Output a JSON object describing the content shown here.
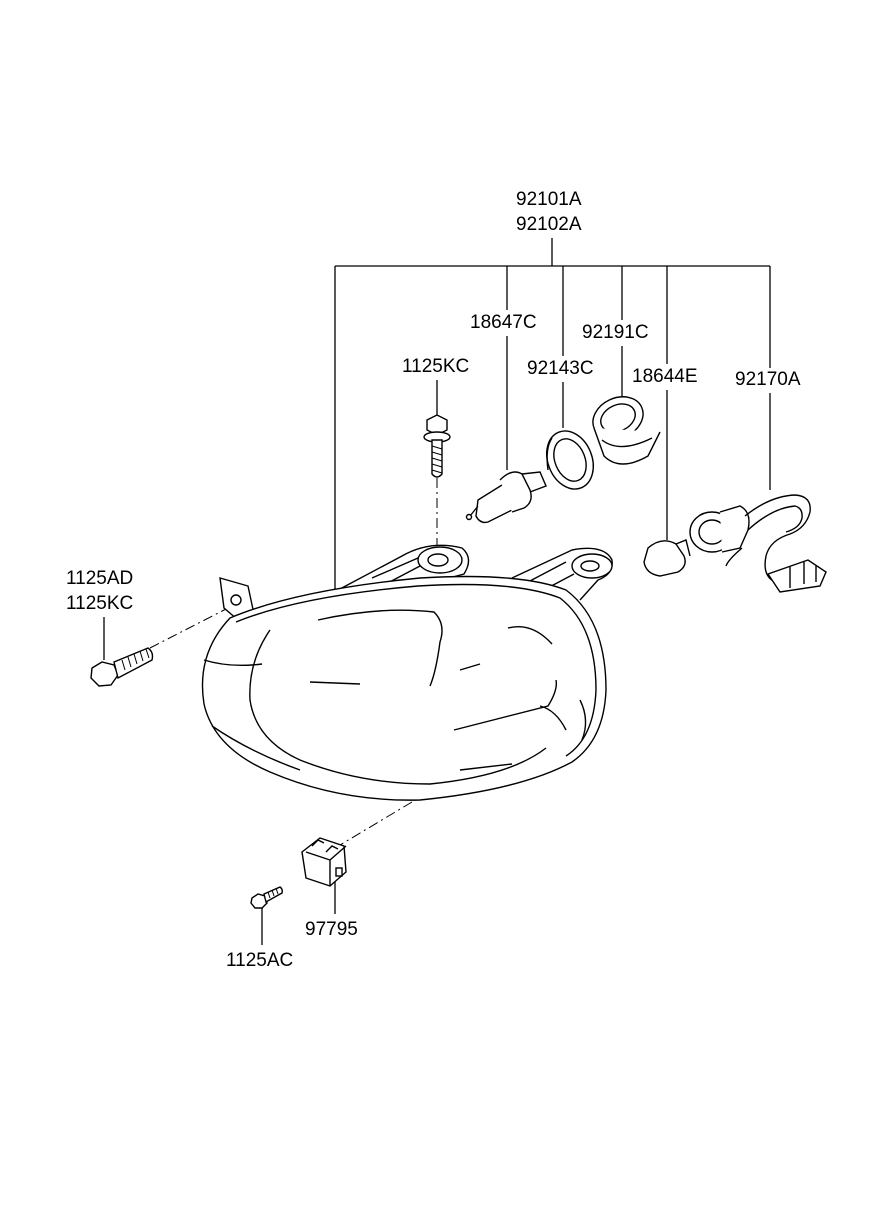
{
  "labels": {
    "assembly_left": "92101A",
    "assembly_right": "92102A",
    "bulb_holder": "18647C",
    "screw_top": "1125KC",
    "packing": "92143C",
    "cap": "92191C",
    "side_bulb": "18644E",
    "wiring": "92170A",
    "bolt_left_1": "1125AD",
    "bolt_left_2": "1125KC",
    "clip": "97795",
    "screw_bottom": "1125AC"
  }
}
